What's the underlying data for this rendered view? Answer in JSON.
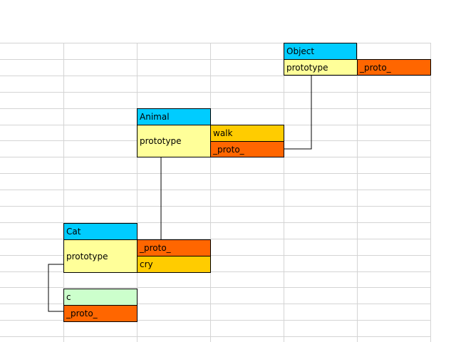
{
  "colors": {
    "title": "#00ccff",
    "prototype": "#ffff99",
    "proto_link": "#ff6600",
    "method": "#ffcc00",
    "instance": "#ccffcc",
    "gridline": "#d4d4d4",
    "connector": "#000000"
  },
  "object_box": {
    "title": "Object",
    "prototype_label": "prototype",
    "proto_label": "_proto_"
  },
  "animal_box": {
    "title": "Animal",
    "prototype_label": "prototype",
    "method_label": "walk",
    "proto_label": "_proto_"
  },
  "cat_box": {
    "title": "Cat",
    "prototype_label": "prototype",
    "proto_label": "_proto_",
    "method_label": "cry"
  },
  "instance_box": {
    "title": "c",
    "proto_label": "_proto_"
  }
}
